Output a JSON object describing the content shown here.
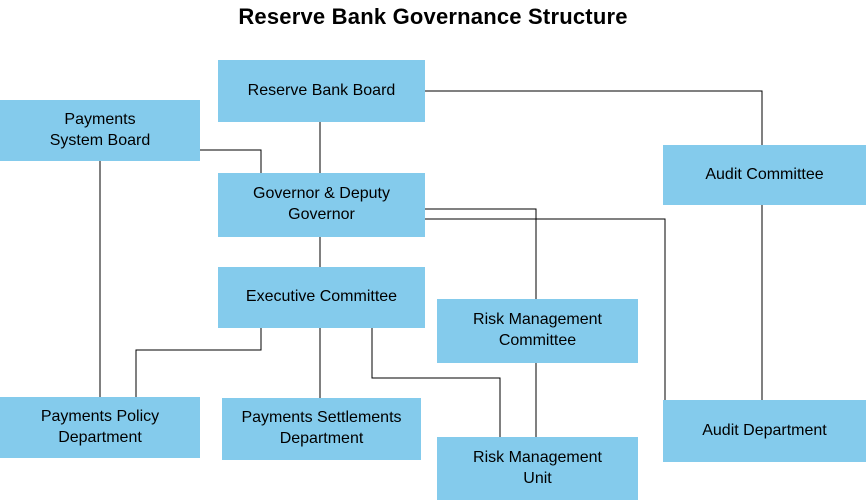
{
  "title": "Reserve Bank Governance Structure",
  "colors": {
    "box_fill": "#84CBEC",
    "line": "#000000",
    "text": "#000000",
    "background": "#FFFFFF"
  },
  "nodes": {
    "reserve_bank_board": {
      "label": "Reserve Bank Board"
    },
    "payments_system_board": {
      "label": "Payments\nSystem Board"
    },
    "audit_committee": {
      "label": "Audit Committee"
    },
    "governor_deputy_governor": {
      "label": "Governor & Deputy\nGovernor"
    },
    "executive_committee": {
      "label": "Executive Committee"
    },
    "risk_management_committee": {
      "label": "Risk Management\nCommittee"
    },
    "payments_policy_department": {
      "label": "Payments Policy\nDepartment"
    },
    "payments_settlements_department": {
      "label": "Payments Settlements\nDepartment"
    },
    "risk_management_unit": {
      "label": "Risk Management\nUnit"
    },
    "audit_department": {
      "label": "Audit Department"
    }
  },
  "edges": [
    {
      "from": "reserve_bank_board",
      "to": "governor_deputy_governor"
    },
    {
      "from": "reserve_bank_board",
      "to": "audit_committee"
    },
    {
      "from": "payments_system_board",
      "to": "governor_deputy_governor"
    },
    {
      "from": "payments_system_board",
      "to": "payments_policy_department"
    },
    {
      "from": "governor_deputy_governor",
      "to": "executive_committee"
    },
    {
      "from": "governor_deputy_governor",
      "to": "risk_management_committee"
    },
    {
      "from": "governor_deputy_governor",
      "to": "audit_department"
    },
    {
      "from": "executive_committee",
      "to": "payments_policy_department"
    },
    {
      "from": "executive_committee",
      "to": "payments_settlements_department"
    },
    {
      "from": "executive_committee",
      "to": "risk_management_unit"
    },
    {
      "from": "risk_management_committee",
      "to": "risk_management_unit"
    },
    {
      "from": "audit_committee",
      "to": "audit_department"
    }
  ]
}
